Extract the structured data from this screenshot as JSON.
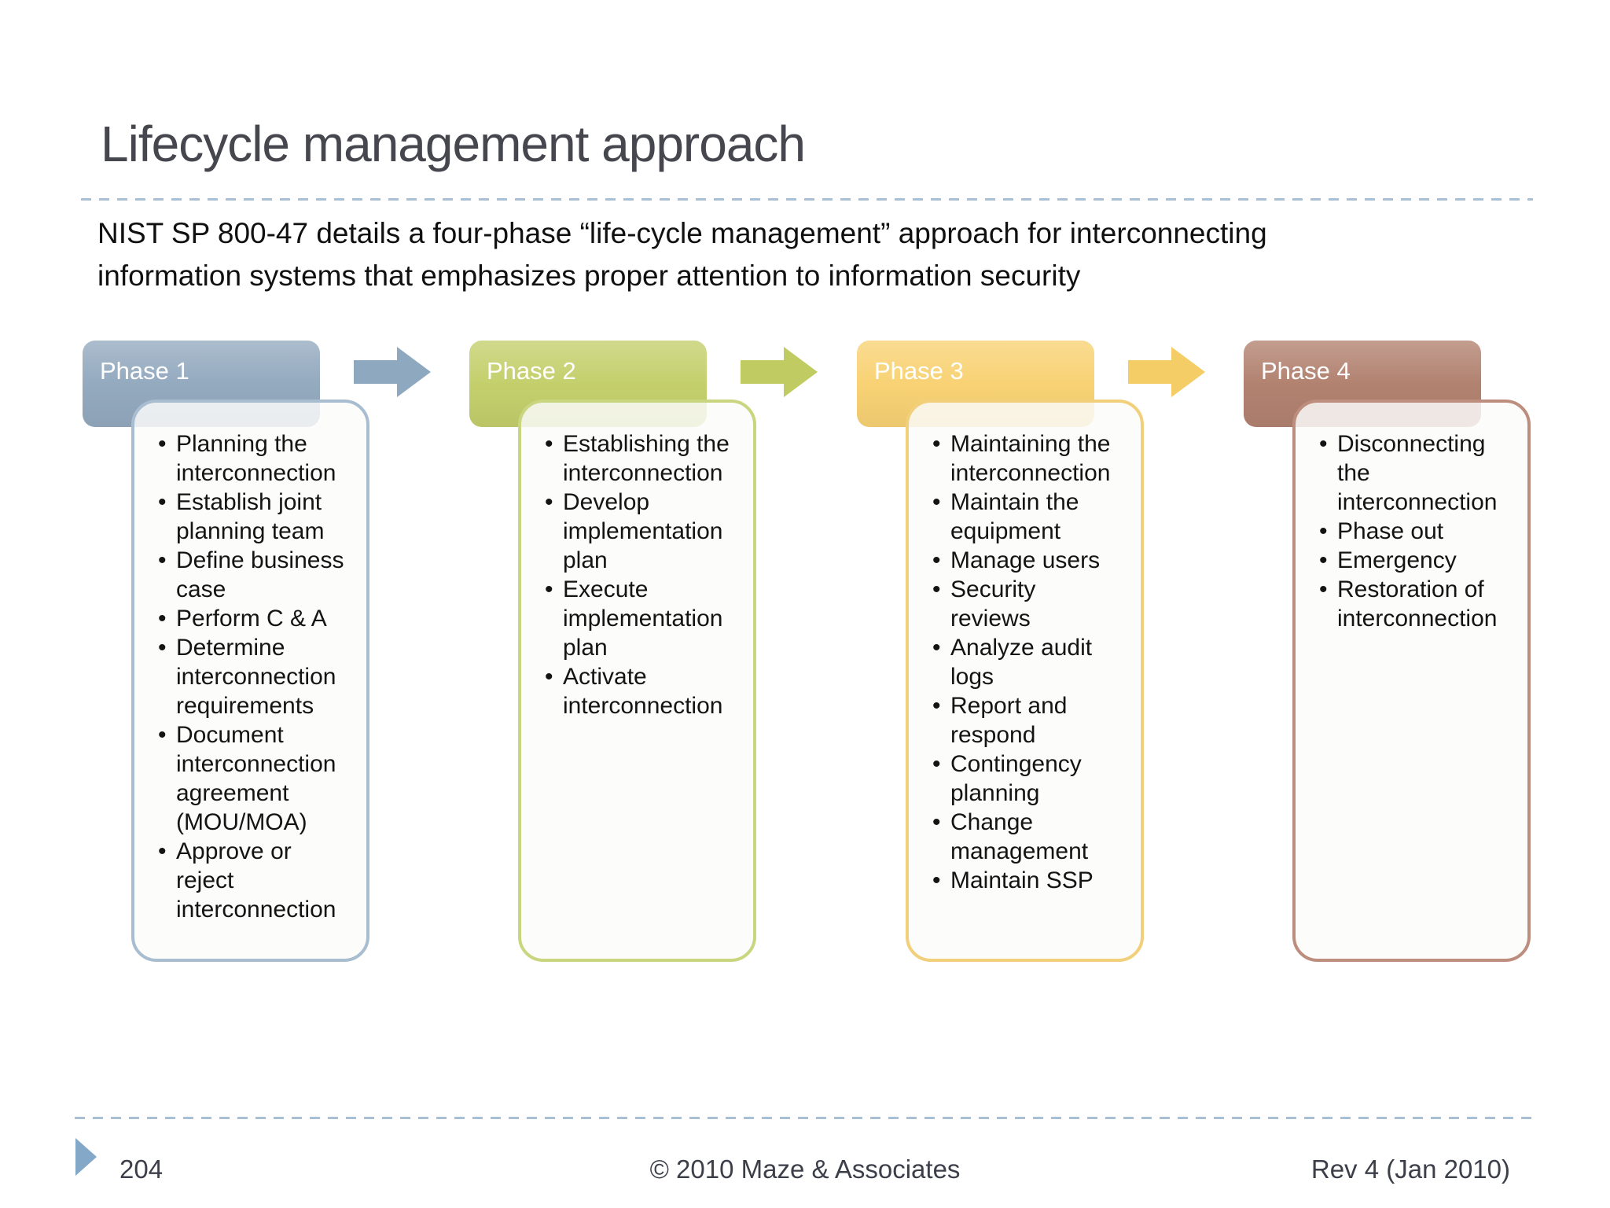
{
  "slide": {
    "title": "Lifecycle management approach",
    "subtitle": "NIST SP 800-47 details a four-phase “life-cycle management” approach for interconnecting\ninformation systems that emphasizes proper attention to information security",
    "footer": {
      "page_number": "204",
      "copyright": "© 2010 Maze & Associates",
      "revision": "Rev 4 (Jan 2010)"
    },
    "colors": {
      "title_text": "#45464e",
      "divider_dash": "#a9bfd3",
      "footer_triangle": "#84a8c8"
    }
  },
  "phases": [
    {
      "label": "Phase 1",
      "colors": {
        "header": "#94aabf",
        "border": "#a9bdd0",
        "arrow": "#8ea8bf"
      },
      "bullets": [
        "Planning the\ninterconnection",
        "Establish joint\nplanning team",
        "Define business\ncase",
        "Perform C & A",
        "Determine\ninterconnection\nrequirements",
        "Document\ninterconnection\nagreement\n(MOU/MOA)",
        "Approve or\nreject\ninterconnection"
      ]
    },
    {
      "label": "Phase 2",
      "colors": {
        "header": "#c4cf6c",
        "border": "#c9d67f",
        "arrow": "#c0cc62"
      },
      "bullets": [
        "Establishing the\ninterconnection",
        "Develop\nimplementation\nplan",
        "Execute\nimplementation\nplan",
        "Activate\ninterconnection"
      ]
    },
    {
      "label": "Phase 3",
      "colors": {
        "header": "#f8d274",
        "border": "#f2cf7a",
        "arrow": "#f5cd66"
      },
      "bullets": [
        "Maintaining the\ninterconnection",
        "Maintain the\nequipment",
        "Manage users",
        "Security\nreviews",
        "Analyze audit\nlogs",
        "Report and\nrespond",
        "Contingency\nplanning",
        "Change\nmanagement",
        "Maintain SSP"
      ]
    },
    {
      "label": "Phase 4",
      "colors": {
        "header": "#b28270",
        "border": "#bd8e7d",
        "arrow": ""
      },
      "bullets": [
        "Disconnecting\nthe\ninterconnection",
        "Phase out",
        "Emergency",
        "Restoration of\ninterconnection"
      ]
    }
  ]
}
